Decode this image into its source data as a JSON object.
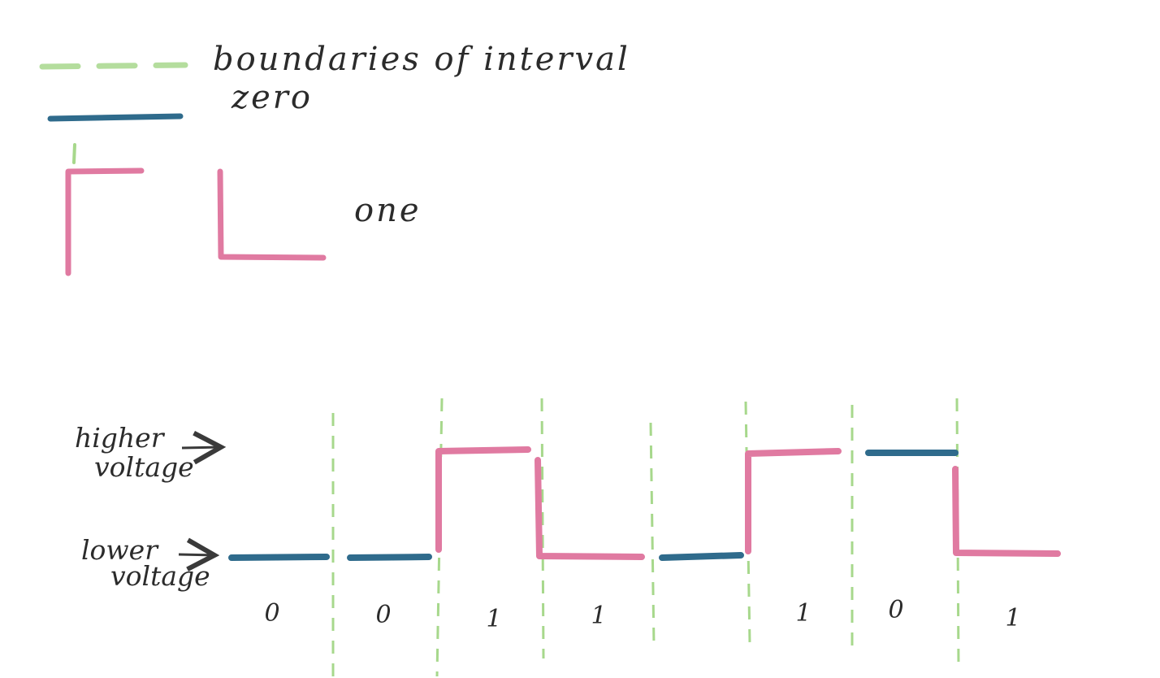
{
  "legend": {
    "boundaries_label": "boundaries of interval",
    "zero_label": "zero",
    "one_label": "one"
  },
  "axis": {
    "higher_line1": "higher",
    "higher_line2": "voltage",
    "lower_line1": "lower",
    "lower_line2": "voltage"
  },
  "bits": [
    {
      "label": "0",
      "color": "#2f6b8c"
    },
    {
      "label": "0",
      "color": "#2f6b8c"
    },
    {
      "label": "1",
      "color": "#e07aa1"
    },
    {
      "label": "1",
      "color": "#e07aa1"
    },
    {
      "label": "",
      "color": "#2f6b8c"
    },
    {
      "label": "1",
      "color": "#e07aa1"
    },
    {
      "label": "0",
      "color": "#2f6b8c"
    },
    {
      "label": "1",
      "color": "#e07aa1"
    }
  ],
  "colors": {
    "one": "#e07aa1",
    "zero": "#2f6b8c",
    "boundary": "#a7d88c",
    "ink": "#2b2b2b"
  }
}
